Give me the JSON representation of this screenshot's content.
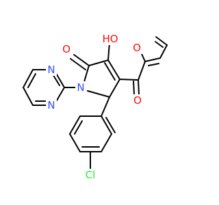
{
  "colors": {
    "background": "#ffffff",
    "bond": "#000000",
    "oxygen": "#ff0d0d",
    "nitrogen": "#3050f8",
    "chlorine": "#1ff01f"
  },
  "atoms": {
    "oh_label": "HO",
    "carbonyl_o_label": "O",
    "furan_o_label": "O",
    "ketone_o_label": "O",
    "ring_n_label": "N",
    "pyrimidine_n1_label": "N",
    "pyrimidine_n2_label": "N",
    "cl_label": "Cl"
  }
}
